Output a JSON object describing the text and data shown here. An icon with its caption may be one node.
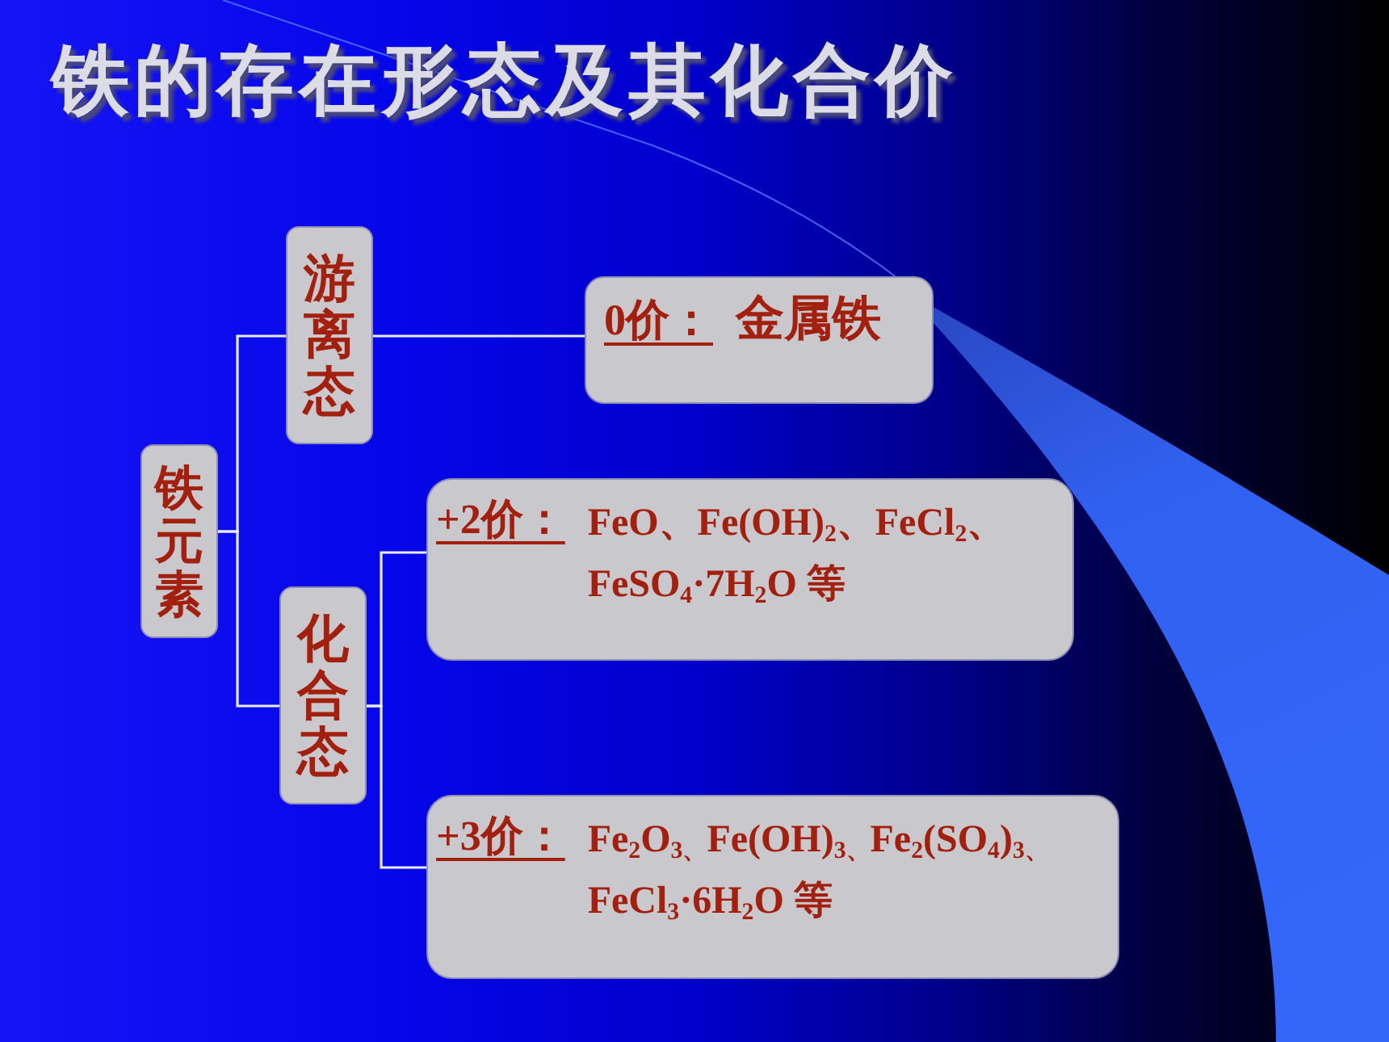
{
  "diagram": {
    "title": "铁的存在形态及其化合价",
    "nodes": [
      {
        "text": [
          "铁元素"
        ]
      },
      {
        "text": [
          "游离态"
        ]
      },
      {
        "text": [
          "化合态"
        ]
      },
      {
        "text": [
          "0价：",
          "金属铁"
        ]
      },
      {
        "text": [
          "+2价：",
          "FeO、Fe(OH)$_{2}$、FeCl$_{2}$、FeSO$_{4}$·7H$_{2}$O 等"
        ]
      },
      {
        "text": [
          "+3价：",
          "Fe$_{2}$O$_{3、}$Fe(OH)$_{3、}$Fe$_{2}$(SO$_{4}$)$_{3、}$FeCl$_{3}$·6H$_{2}$O 等"
        ]
      }
    ],
    "edges": [
      {
        "from": 0,
        "to": 1,
        "arrow": "none"
      },
      {
        "from": 0,
        "to": 2,
        "arrow": "none"
      },
      {
        "from": 1,
        "to": 3,
        "arrow": "none"
      },
      {
        "from": 2,
        "to": 4,
        "arrow": "none"
      },
      {
        "from": 2,
        "to": 5,
        "arrow": "none"
      }
    ]
  }
}
